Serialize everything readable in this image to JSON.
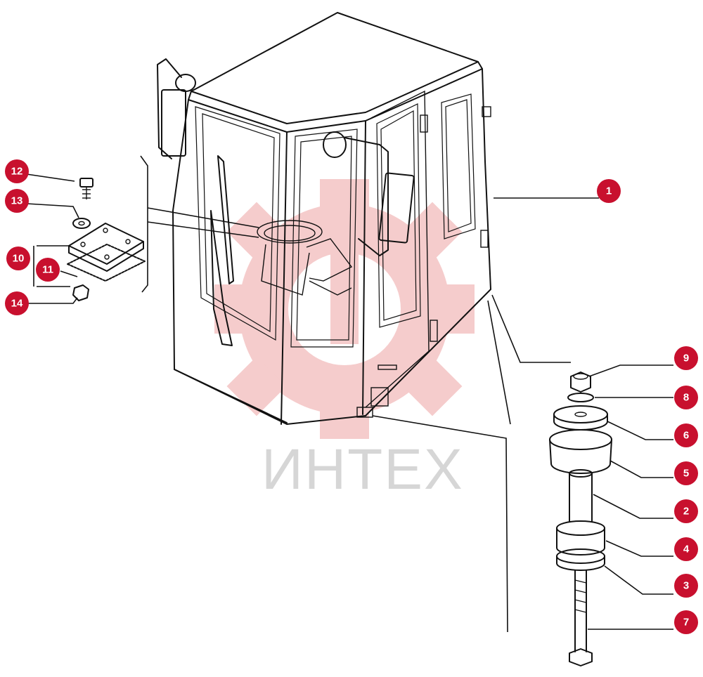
{
  "watermark": {
    "text": "ИНТЕХ",
    "color": "#f2b8b8"
  },
  "callouts": [
    {
      "id": "1",
      "label": "1",
      "color": "#c8102e"
    },
    {
      "id": "2",
      "label": "2",
      "color": "#c8102e"
    },
    {
      "id": "3",
      "label": "3",
      "color": "#c8102e"
    },
    {
      "id": "4",
      "label": "4",
      "color": "#c8102e"
    },
    {
      "id": "5",
      "label": "5",
      "color": "#c8102e"
    },
    {
      "id": "6",
      "label": "6",
      "color": "#c8102e"
    },
    {
      "id": "7",
      "label": "7",
      "color": "#c8102e"
    },
    {
      "id": "8",
      "label": "8",
      "color": "#c8102e"
    },
    {
      "id": "9",
      "label": "9",
      "color": "#c8102e"
    },
    {
      "id": "10",
      "label": "10",
      "color": "#c8102e"
    },
    {
      "id": "11",
      "label": "11",
      "color": "#c8102e"
    },
    {
      "id": "12",
      "label": "12",
      "color": "#c8102e"
    },
    {
      "id": "13",
      "label": "13",
      "color": "#c8102e"
    },
    {
      "id": "14",
      "label": "14",
      "color": "#c8102e"
    }
  ]
}
